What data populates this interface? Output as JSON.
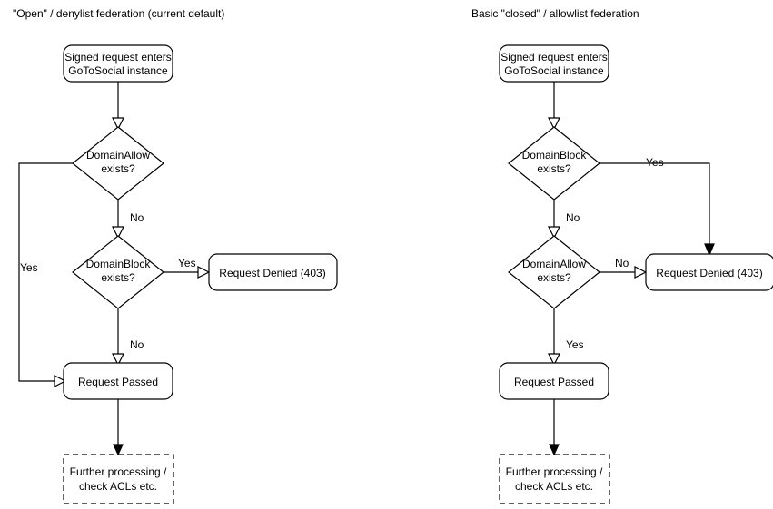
{
  "columns": [
    {
      "id": "open-denylist",
      "title": "\"Open\" / denylist federation (current default)",
      "nodes": {
        "entry": {
          "line1": "Signed request enters",
          "line2": "GoToSocial instance"
        },
        "decision1": {
          "line1": "DomainAllow",
          "line2": "exists?"
        },
        "decision2": {
          "line1": "DomainBlock",
          "line2": "exists?"
        },
        "denied": {
          "label": "Request Denied (403)"
        },
        "passed": {
          "label": "Request Passed"
        },
        "further": {
          "line1": "Further processing /",
          "line2": "check ACLs etc."
        }
      },
      "edge_labels": {
        "allow_yes": "Yes",
        "allow_no": "No",
        "block_yes": "Yes",
        "block_no": "No"
      }
    },
    {
      "id": "closed-allowlist",
      "title": "Basic \"closed\" / allowlist federation",
      "nodes": {
        "entry": {
          "line1": "Signed request enters",
          "line2": "GoToSocial instance"
        },
        "decision1": {
          "line1": "DomainBlock",
          "line2": "exists?"
        },
        "decision2": {
          "line1": "DomainAllow",
          "line2": "exists?"
        },
        "denied": {
          "label": "Request Denied (403)"
        },
        "passed": {
          "label": "Request Passed"
        },
        "further": {
          "line1": "Further processing /",
          "line2": "check ACLs etc."
        }
      },
      "edge_labels": {
        "block_yes": "Yes",
        "block_no": "No",
        "allow_no": "No",
        "allow_yes": "Yes"
      }
    }
  ],
  "style": {
    "stroke_color": "#000000",
    "fill_color": "#ffffff",
    "text_color": "#000000",
    "background": "#ffffff"
  }
}
